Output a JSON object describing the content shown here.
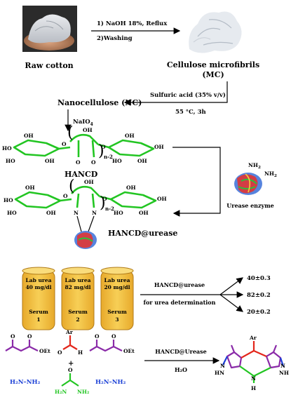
{
  "step1": {
    "raw_cotton": "Raw cotton",
    "cond1": "1) NaOH 18%, Reflux",
    "cond2": "2)Washing",
    "mc_line1": "Cellulose microfibrils",
    "mc_line2": "(MC)"
  },
  "step2": {
    "acid": "Sulfuric acid (35% v/v)",
    "temp": "55 °C, 3h",
    "nc": "Nanocellulose (NC)",
    "reagent": "NaIO",
    "reagent_sub": "4"
  },
  "structures": {
    "oh": "OH",
    "ho": "HO",
    "o": "O",
    "n": "N",
    "n_minus_2": "n-2",
    "hancd": "HANCD",
    "nh2": "NH",
    "nh2_sub": "2",
    "enzyme": "Urease enzyme",
    "hancd_urease": "HANCD@urease"
  },
  "tubes": [
    {
      "l1": "Lab urea",
      "l2": "40 mg/dl",
      "l3": "Serum",
      "l4": "1"
    },
    {
      "l1": "Lab urea",
      "l2": "82 mg/dl",
      "l3": "Serum",
      "l4": "2"
    },
    {
      "l1": "Lab urea",
      "l2": "20 mg/dl",
      "l3": "Serum",
      "l4": "3"
    }
  ],
  "determination": {
    "line1": "HANCD@urease",
    "line2": "for urea determination",
    "results": [
      "40±0.3",
      "82±0.2",
      "20±0.2"
    ]
  },
  "reaction": {
    "ar": "Ar",
    "h": "H",
    "plus": "+",
    "oet": "OEt",
    "hydrazine": "H₂N–NH₂",
    "catalyst": "HANCD@Urease",
    "solvent": "H₂O",
    "product_n": "N",
    "product_hn": "HN",
    "product_nh": "NH",
    "product_h": "H"
  },
  "colors": {
    "green": "#22c522",
    "blue": "#1a3fd6",
    "purple": "#8a2aa8",
    "red": "#e3261b",
    "tube_fill": "#f5c242"
  }
}
